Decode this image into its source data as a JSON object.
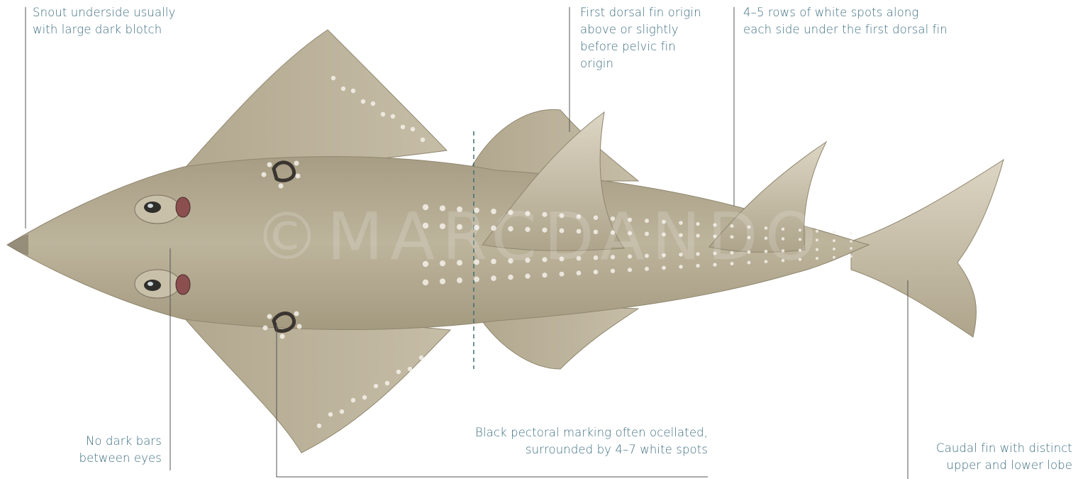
{
  "watermark": "©MARCDANDO",
  "colors": {
    "label_text": "#3e6e80",
    "leader_line": "#555555",
    "body": "#b5ab93",
    "body_dark": "#9e9479",
    "fin_light": "#d7cfbb",
    "spots": "#f4f1ea",
    "pectoral_mark": "#3a3530",
    "dashed_guide": "#3d6e72"
  },
  "icons": {
    "illustration": "guitarfish-dorsal-view-icon",
    "pectoral_marking": "ocellated-pectoral-marking-icon",
    "eye": "eye-icon",
    "spiracle": "spiracle-icon"
  },
  "labels": {
    "snout": {
      "lines": [
        "Snout underside usually",
        "with large dark blotch"
      ]
    },
    "dorsal_origin": {
      "lines": [
        "First dorsal fin origin",
        "above or slightly",
        "before pelvic fin",
        "origin"
      ]
    },
    "white_spots": {
      "lines": [
        "4–5 rows of white spots along",
        "each side under the first dorsal fin"
      ]
    },
    "no_bars": {
      "lines": [
        "No dark bars",
        "between eyes"
      ]
    },
    "pectoral": {
      "lines": [
        "Black pectoral marking often ocellated,",
        "surrounded by 4–7 white spots"
      ]
    },
    "caudal": {
      "lines": [
        "Caudal fin with distinct",
        "upper and lower lobe"
      ]
    }
  }
}
